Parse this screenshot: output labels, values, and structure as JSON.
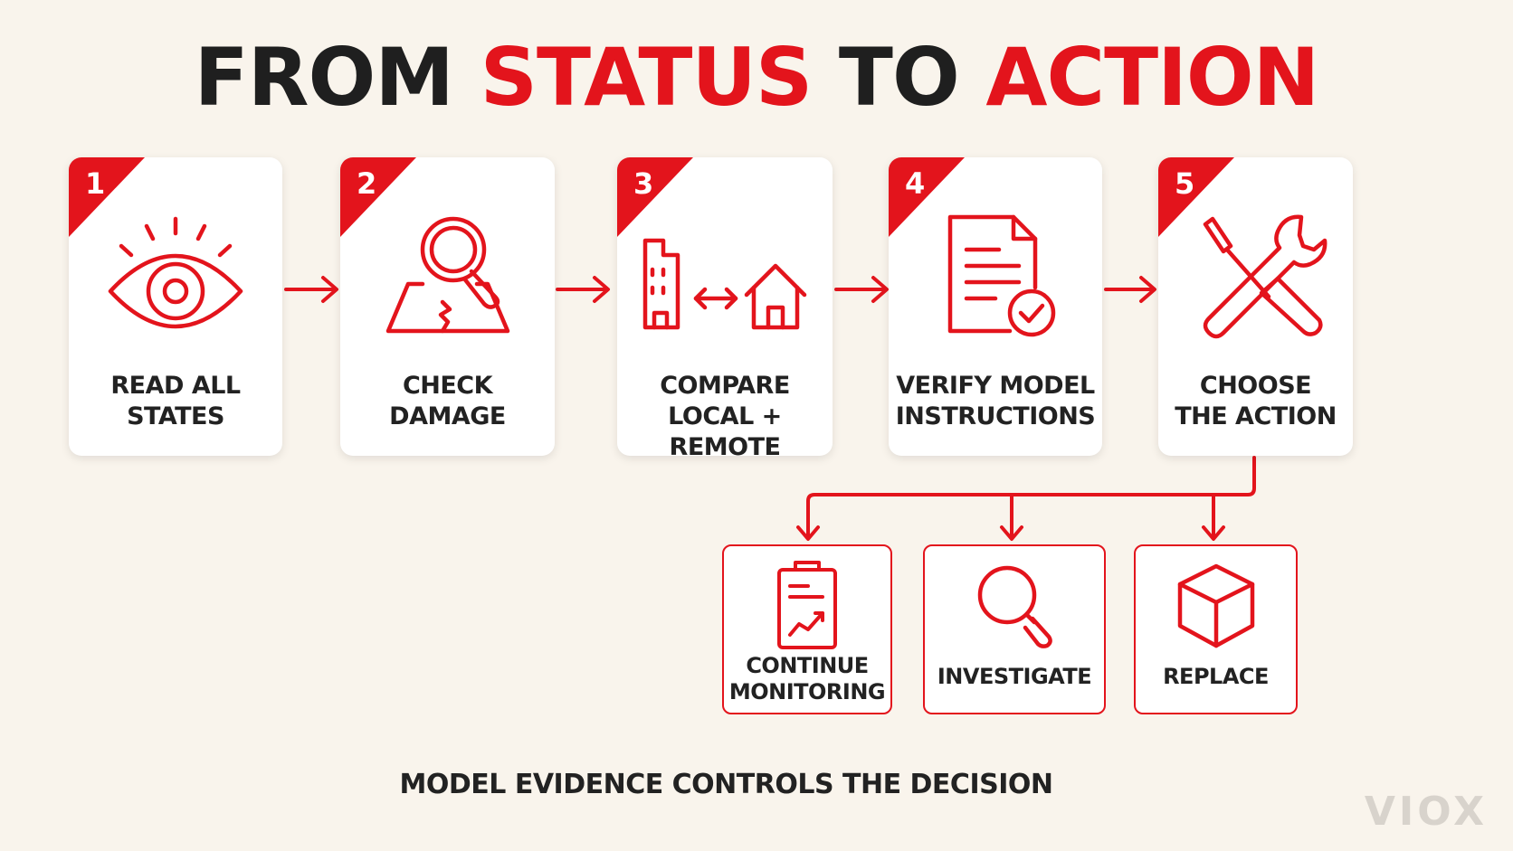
{
  "title": {
    "part1": "FROM ",
    "part2": "STATUS",
    "part3": " TO ",
    "part4": "ACTION"
  },
  "colors": {
    "accent": "#e3141c",
    "text": "#222222",
    "background": "#f9f4ec"
  },
  "steps": [
    {
      "number": "1",
      "line1": "READ ALL",
      "line2": "STATES",
      "icon": "eye-icon"
    },
    {
      "number": "2",
      "line1": "CHECK",
      "line2": "DAMAGE",
      "icon": "magnifier-crack-icon"
    },
    {
      "number": "3",
      "line1": "COMPARE",
      "line2": "LOCAL + REMOTE",
      "icon": "building-house-compare-icon"
    },
    {
      "number": "4",
      "line1": "VERIFY MODEL",
      "line2": "INSTRUCTIONS",
      "icon": "document-check-icon"
    },
    {
      "number": "5",
      "line1": "CHOOSE",
      "line2": "THE ACTION",
      "icon": "tools-icon"
    }
  ],
  "outcomes": [
    {
      "line1": "CONTINUE",
      "line2": "MONITORING",
      "icon": "clipboard-chart-icon"
    },
    {
      "line1": "INVESTIGATE",
      "icon": "search-icon"
    },
    {
      "line1": "REPLACE",
      "icon": "box-icon"
    }
  ],
  "footer": "MODEL EVIDENCE CONTROLS THE DECISION",
  "logo": "VIOX"
}
